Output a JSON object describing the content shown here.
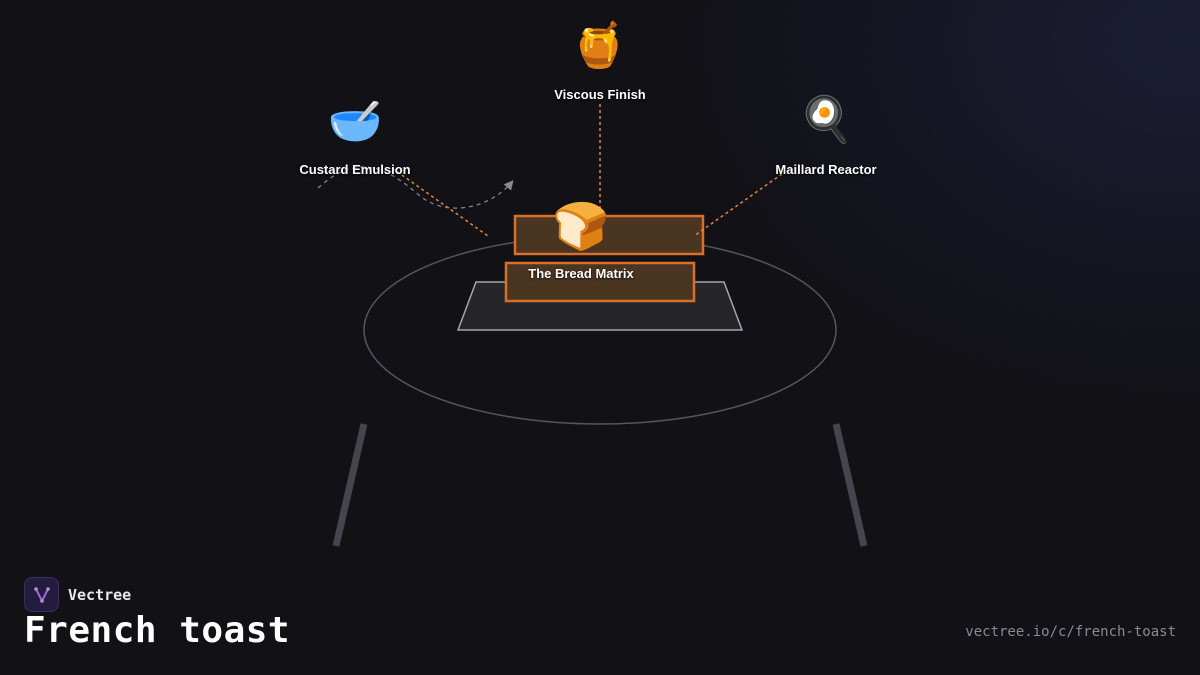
{
  "brand": {
    "name": "Vectree",
    "accent": "#a06ad6"
  },
  "page": {
    "title": "French toast",
    "url": "vectree.io/c/french-toast"
  },
  "colors": {
    "accent": "#d86f2a",
    "edge": "#e0873a",
    "table": "#555560",
    "background": "#111116"
  },
  "nodes": {
    "center": {
      "label": "The Bread Matrix",
      "emoji": "🍞",
      "icon": "bread-icon"
    },
    "top": {
      "label": "Viscous Finish",
      "emoji": "🍯",
      "icon": "honey-pot-icon"
    },
    "left": {
      "label": "Custard Emulsion",
      "emoji": "🥣",
      "icon": "bowl-icon"
    },
    "right": {
      "label": "Maillard Reactor",
      "emoji": "🍳",
      "icon": "frying-pan-icon"
    }
  }
}
